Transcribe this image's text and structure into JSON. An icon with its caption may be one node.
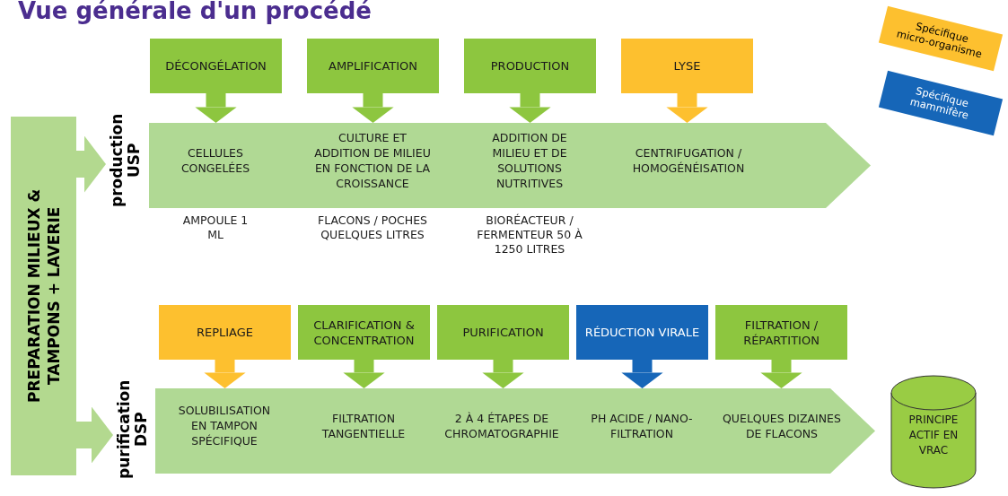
{
  "diagram": {
    "title": "Vue générale d'un procédé",
    "nodes": [
      {
        "text": [
          "PREPARATION MILIEUX & TAMPONS + LAVERIE"
        ]
      },
      {
        "text": [
          "production USP"
        ]
      },
      {
        "text": [
          "DÉCONGÉLATION"
        ]
      },
      {
        "text": [
          "AMPLIFICATION"
        ]
      },
      {
        "text": [
          "PRODUCTION"
        ]
      },
      {
        "text": [
          "LYSE"
        ]
      },
      {
        "text": [
          "CELLULES CONGELÉES"
        ],
        "in": 1
      },
      {
        "text": [
          "CULTURE ET ADDITION DE MILIEU EN FONCTION DE LA CROISSANCE"
        ],
        "in": 1
      },
      {
        "text": [
          "ADDITION DE MILIEU ET DE SOLUTIONS NUTRITIVES"
        ],
        "in": 1
      },
      {
        "text": [
          "CENTRIFUGATION / HOMOGÉNÉISATION"
        ],
        "in": 1
      },
      {
        "text": [
          "purification DSP"
        ]
      },
      {
        "text": [
          "REPLIAGE"
        ]
      },
      {
        "text": [
          "CLARIFICATION & CONCENTRATION"
        ]
      },
      {
        "text": [
          "PURIFICATION"
        ]
      },
      {
        "text": [
          "RÉDUCTION VIRALE"
        ]
      },
      {
        "text": [
          "FILTRATION / RÉPARTITION"
        ]
      },
      {
        "text": [
          "SOLUBILISATION EN TAMPON SPÉCIFIQUE"
        ],
        "in": 10
      },
      {
        "text": [
          "FILTRATION TANGENTIELLE"
        ],
        "in": 10
      },
      {
        "text": [
          "2 À 4 ÉTAPES DE CHROMATOGRAPHIE"
        ],
        "in": 10
      },
      {
        "text": [
          "PH ACIDE / NANO-FILTRATION"
        ],
        "in": 10
      },
      {
        "text": [
          "QUELQUES DIZAINES DE FLACONS"
        ],
        "in": 10
      },
      {
        "text": [
          "PRINCIPE ACTIF EN VRAC"
        ]
      }
    ],
    "edges": [
      {
        "from": 0,
        "to": 1,
        "arrow": "to",
        "color": "#b3d98f"
      },
      {
        "from": 0,
        "to": 10,
        "arrow": "to",
        "color": "#b3d98f"
      },
      {
        "from": 2,
        "to": 6,
        "arrow": "to"
      },
      {
        "from": 3,
        "to": 7,
        "arrow": "to"
      },
      {
        "from": 4,
        "to": 8,
        "arrow": "to"
      },
      {
        "from": 5,
        "to": 9,
        "arrow": "to",
        "color": "#fdc02f"
      },
      {
        "from": 11,
        "to": 16,
        "arrow": "to",
        "color": "#fdc02f"
      },
      {
        "from": 12,
        "to": 17,
        "arrow": "to"
      },
      {
        "from": 13,
        "to": 18,
        "arrow": "to"
      },
      {
        "from": 14,
        "to": 19,
        "arrow": "to",
        "color": "#1666b8"
      },
      {
        "from": 15,
        "to": 20,
        "arrow": "to"
      }
    ],
    "labels": [
      "AMPOULE 1 ML",
      "FLACONS / POCHES QUELQUES LITRES",
      "BIORÉACTEUR / FERMENTEUR 50 À 1250 LITRES"
    ],
    "legend": [
      {
        "text": "Spécifique micro-organisme",
        "color": "#fdc02f"
      },
      {
        "text": "Spécifique mammifère",
        "color": "#1666b8"
      }
    ]
  }
}
